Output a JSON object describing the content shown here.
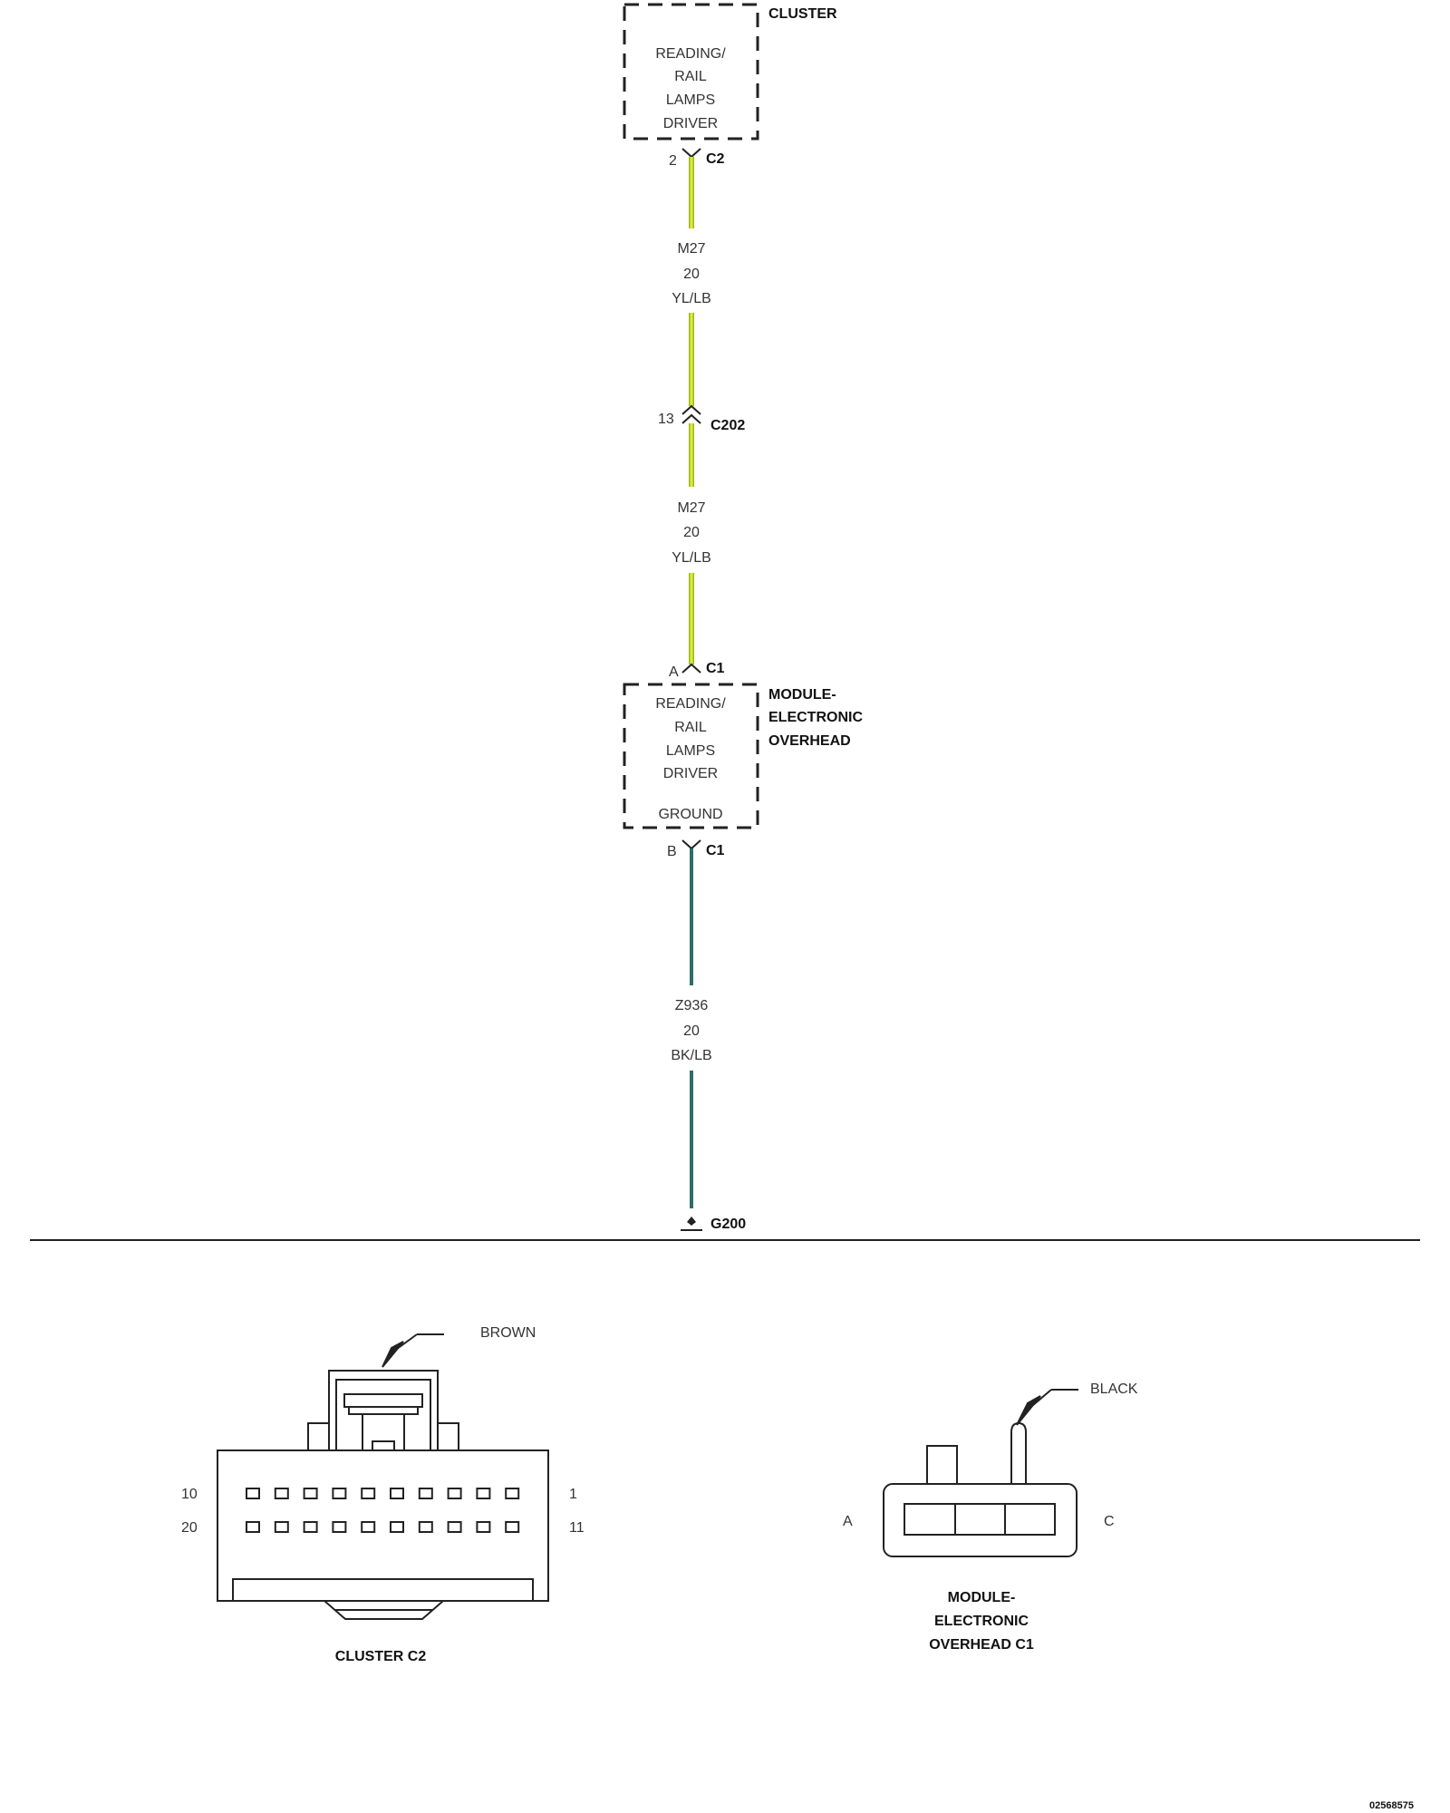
{
  "cluster": {
    "title": "CLUSTER",
    "lines": [
      "READING/",
      "RAIL",
      "LAMPS",
      "DRIVER"
    ],
    "pin": "2",
    "connector": "C2"
  },
  "wire_upper": {
    "circuit": "M27",
    "gauge": "20",
    "color_code": "YL/LB"
  },
  "inline": {
    "pin": "13",
    "connector": "C202"
  },
  "wire_middle": {
    "circuit": "M27",
    "gauge": "20",
    "color_code": "YL/LB"
  },
  "module": {
    "title_lines": [
      "MODULE-",
      "ELECTRONIC",
      "OVERHEAD"
    ],
    "lines": [
      "READING/",
      "RAIL",
      "LAMPS",
      "DRIVER"
    ],
    "ground_label": "GROUND",
    "pin_in": "A",
    "pin_out": "B",
    "connector": "C1"
  },
  "wire_ground": {
    "circuit": "Z936",
    "gauge": "20",
    "color_code": "BK/LB"
  },
  "ground": {
    "label": "G200"
  },
  "connector_views": {
    "cluster": {
      "title": "CLUSTER C2",
      "color": "BROWN",
      "pin_top_left": "10",
      "pin_top_right": "1",
      "pin_bottom_left": "20",
      "pin_bottom_right": "11"
    },
    "module": {
      "title_lines": [
        "MODULE-",
        "ELECTRONIC",
        "OVERHEAD C1"
      ],
      "color": "BLACK",
      "pin_left": "A",
      "pin_right": "C"
    }
  },
  "doc_number": "02568575",
  "colors": {
    "wire_yellow": "#d8ec3a",
    "wire_yellow_edge": "#9fb51c",
    "wire_ground": "#2b6f6a",
    "line": "#222222"
  }
}
